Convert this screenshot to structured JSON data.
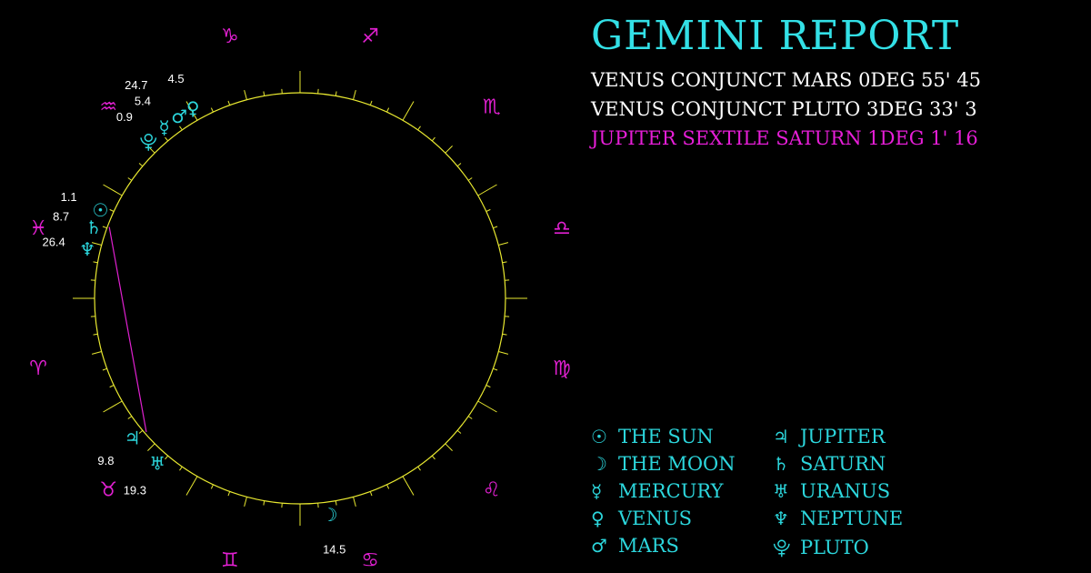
{
  "colors": {
    "background": "#000000",
    "title": "#33e0e6",
    "aspect_text": "#ffffff",
    "aspect_highlight": "#e61ed7",
    "planet": "#2cd6dc",
    "sign": "#e020d0",
    "circle": "#e8e830",
    "degree_text": "#ffffff",
    "aspect_line": "#e020d0"
  },
  "header": {
    "title": "GEMINI REPORT",
    "aspects": [
      {
        "text": "VENUS CONJUNCT MARS 0DEG 55' 45",
        "highlight": false
      },
      {
        "text": "VENUS CONJUNCT PLUTO 3DEG 33' 3",
        "highlight": false
      },
      {
        "text": "JUPITER SEXTILE SATURN 1DEG 1' 16",
        "highlight": true
      }
    ]
  },
  "legend": [
    {
      "glyph": "☉",
      "label": "THE SUN"
    },
    {
      "glyph": "☽",
      "label": "THE MOON"
    },
    {
      "glyph": "☿",
      "label": "MERCURY"
    },
    {
      "glyph": "♀",
      "label": "VENUS"
    },
    {
      "glyph": "♂",
      "label": "MARS"
    },
    {
      "glyph": "♃",
      "label": "JUPITER"
    },
    {
      "glyph": "♄",
      "label": "SATURN"
    },
    {
      "glyph": "♅",
      "label": "URANUS"
    },
    {
      "glyph": "♆",
      "label": "NEPTUNE"
    },
    {
      "glyph": "⯓",
      "label": "PLUTO"
    }
  ],
  "chart": {
    "signs": [
      {
        "name": "aries",
        "glyph": "♈",
        "angle": 180
      },
      {
        "name": "taurus",
        "glyph": "♉",
        "angle": 210
      },
      {
        "name": "gemini",
        "glyph": "♊",
        "angle": 240
      },
      {
        "name": "cancer",
        "glyph": "♋",
        "angle": 270
      },
      {
        "name": "leo",
        "glyph": "♌",
        "angle": 300
      },
      {
        "name": "virgo",
        "glyph": "♍",
        "angle": 330
      },
      {
        "name": "libra",
        "glyph": "♎",
        "angle": 0
      },
      {
        "name": "scorpio",
        "glyph": "♏",
        "angle": 30
      },
      {
        "name": "sagittarius",
        "glyph": "♐",
        "angle": 60
      },
      {
        "name": "capricorn",
        "glyph": "♑",
        "angle": 90
      },
      {
        "name": "aquarius",
        "glyph": "♒",
        "angle": 120
      },
      {
        "name": "pisces",
        "glyph": "♓",
        "angle": 150
      }
    ],
    "planets": [
      {
        "name": "sun",
        "glyph": "☉",
        "angle": 156.2,
        "degree": "1.1"
      },
      {
        "name": "moon",
        "glyph": "☽",
        "angle": 277.8,
        "degree": "14.5"
      },
      {
        "name": "mercury",
        "glyph": "☿",
        "angle": 128.5,
        "degree": "5.4"
      },
      {
        "name": "venus",
        "glyph": "♀",
        "angle": 119.4,
        "degree": "4.5"
      },
      {
        "name": "mars",
        "glyph": "♂",
        "angle": 123.6,
        "degree": ""
      },
      {
        "name": "jupiter",
        "glyph": "♃",
        "angle": 219.8,
        "degree": "9.8"
      },
      {
        "name": "saturn",
        "glyph": "♄",
        "angle": 161.0,
        "degree": "8.7"
      },
      {
        "name": "uranus",
        "glyph": "♅",
        "angle": 229.2,
        "degree": "19.3"
      },
      {
        "name": "neptune",
        "glyph": "♆",
        "angle": 167.0,
        "degree": "26.4"
      },
      {
        "name": "pluto",
        "glyph": "⯓",
        "angle": 134.0,
        "degree": "0.9"
      }
    ],
    "extra_labels": [
      {
        "name": "aquarius-degree",
        "text": "24.7",
        "angle": 127.5
      }
    ],
    "aspect_line": {
      "from_angle": 159.5,
      "to_angle": 221.0
    }
  }
}
